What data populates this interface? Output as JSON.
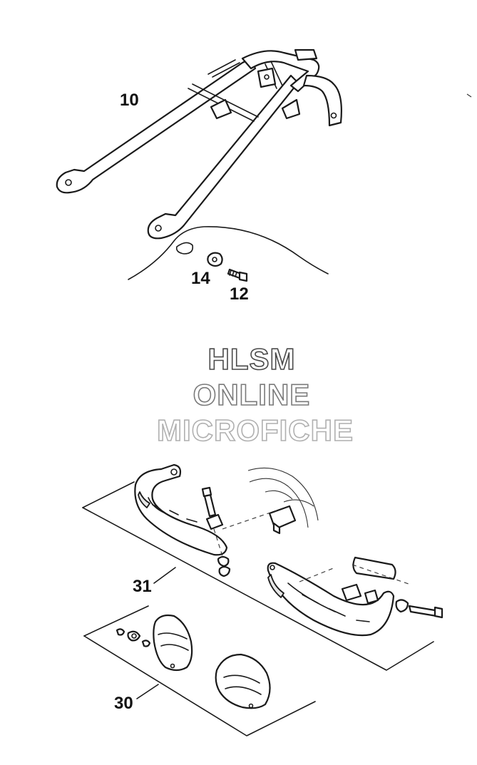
{
  "watermark": {
    "line1": "HLSM",
    "line2": "ONLINE",
    "line3": "MICROFICHE",
    "colors": [
      "#4a4a4a",
      "#7a7a7a",
      "#b0b0b0"
    ]
  },
  "callouts": {
    "rack": "10",
    "nut": "14",
    "bolt": "12",
    "handguard_kit": "31",
    "spoiler_kit": "30"
  }
}
